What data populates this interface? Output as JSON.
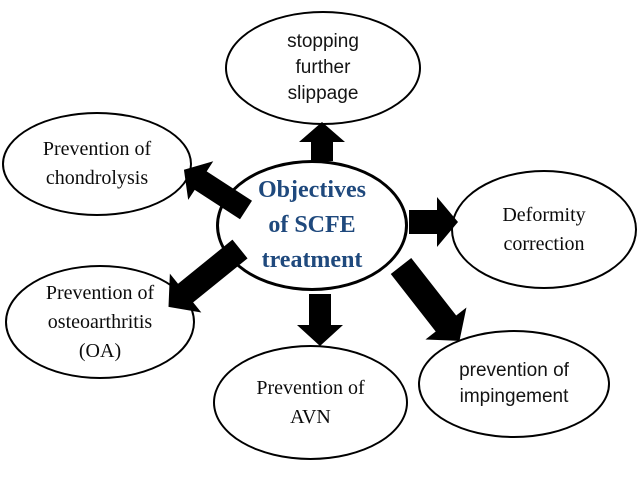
{
  "diagram": {
    "type": "radial-spoke-diagram",
    "background": "#ffffff",
    "colors": {
      "node_fill": "#ffffff",
      "node_border": "#000000",
      "arrow": "#000000",
      "center_text": "#1F497D",
      "node_text": "#000000"
    },
    "center": {
      "id": "center",
      "text": "Objectives of SCFE treatment",
      "lines": [
        "Objectives",
        "of SCFE",
        "treatment"
      ]
    },
    "nodes": {
      "top": {
        "id": "stopping-further-slippage",
        "text": "stopping further slippage",
        "lines": [
          "stopping",
          "further",
          "slippage"
        ]
      },
      "top_left": {
        "id": "prevention-of-chondrolysis",
        "text": "Prevention of chondrolysis",
        "lines": [
          "Prevention of",
          "chondrolysis"
        ]
      },
      "right": {
        "id": "deformity-correction",
        "text": "Deformity correction",
        "lines": [
          "Deformity",
          "correction"
        ]
      },
      "bottom_left": {
        "id": "prevention-of-osteoarthritis-oa",
        "text": "Prevention of osteoarthritis (OA)",
        "lines": [
          "Prevention of",
          "osteoarthritis",
          "(OA)"
        ]
      },
      "bottom": {
        "id": "prevention-of-avn",
        "text": "Prevention of AVN",
        "lines": [
          "Prevention of",
          "AVN"
        ]
      },
      "bottom_right": {
        "id": "prevention-of-impingement",
        "text": "prevention of impingement",
        "lines": [
          "prevention of",
          "impingement"
        ]
      }
    },
    "edges": [
      {
        "from": "center",
        "to": "stopping-further-slippage",
        "style": "block-arrow"
      },
      {
        "from": "center",
        "to": "prevention-of-chondrolysis",
        "style": "block-arrow"
      },
      {
        "from": "center",
        "to": "deformity-correction",
        "style": "block-arrow"
      },
      {
        "from": "center",
        "to": "prevention-of-osteoarthritis-oa",
        "style": "block-arrow"
      },
      {
        "from": "center",
        "to": "prevention-of-avn",
        "style": "block-arrow"
      },
      {
        "from": "center",
        "to": "prevention-of-impingement",
        "style": "block-arrow"
      }
    ]
  }
}
